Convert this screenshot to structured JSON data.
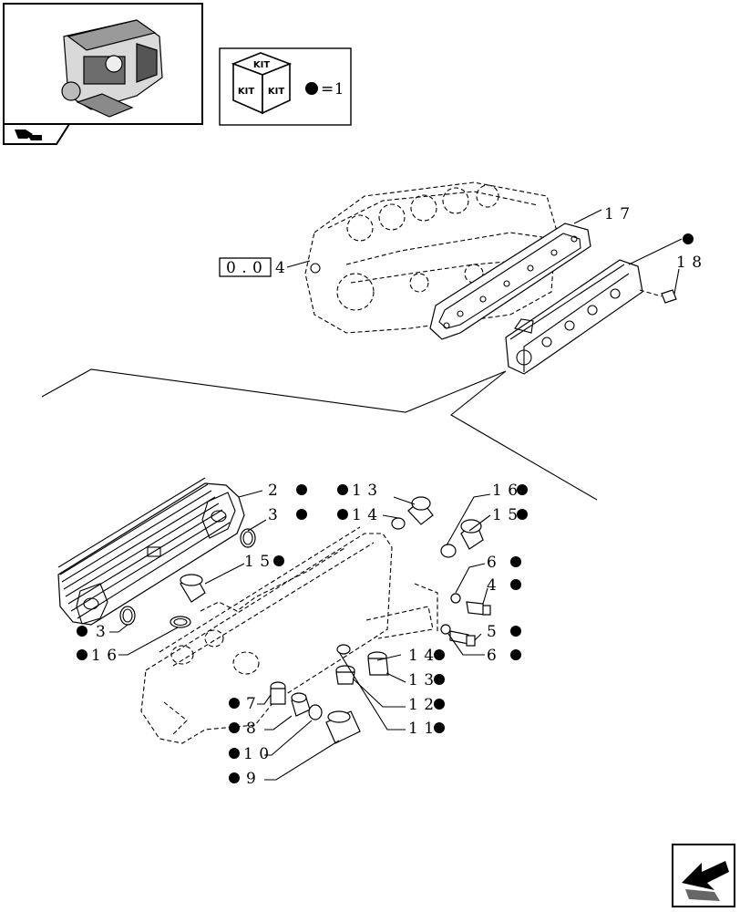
{
  "kit_box": {
    "face_top": "KIT",
    "face_left": "KIT",
    "face_right": "KIT",
    "legend_equals": "=1"
  },
  "reference": {
    "code": "0 . 0",
    "suffix": "4"
  },
  "callouts": {
    "c2": "2",
    "c3a": "3",
    "c3b": "3",
    "c4": "4",
    "c5": "5",
    "c6a": "6",
    "c6b": "6",
    "c7": "7",
    "c8": "8",
    "c9": "9",
    "c10": "1 0",
    "c11": "1 1",
    "c12": "1 2",
    "c13a": "1 3",
    "c13b": "1 3",
    "c14a": "1 4",
    "c14b": "1 4",
    "c15a": "1 5",
    "c15b": "1 5",
    "c16a": "1 6",
    "c16b": "1 6",
    "c17": "1 7",
    "c18": "1 8"
  }
}
